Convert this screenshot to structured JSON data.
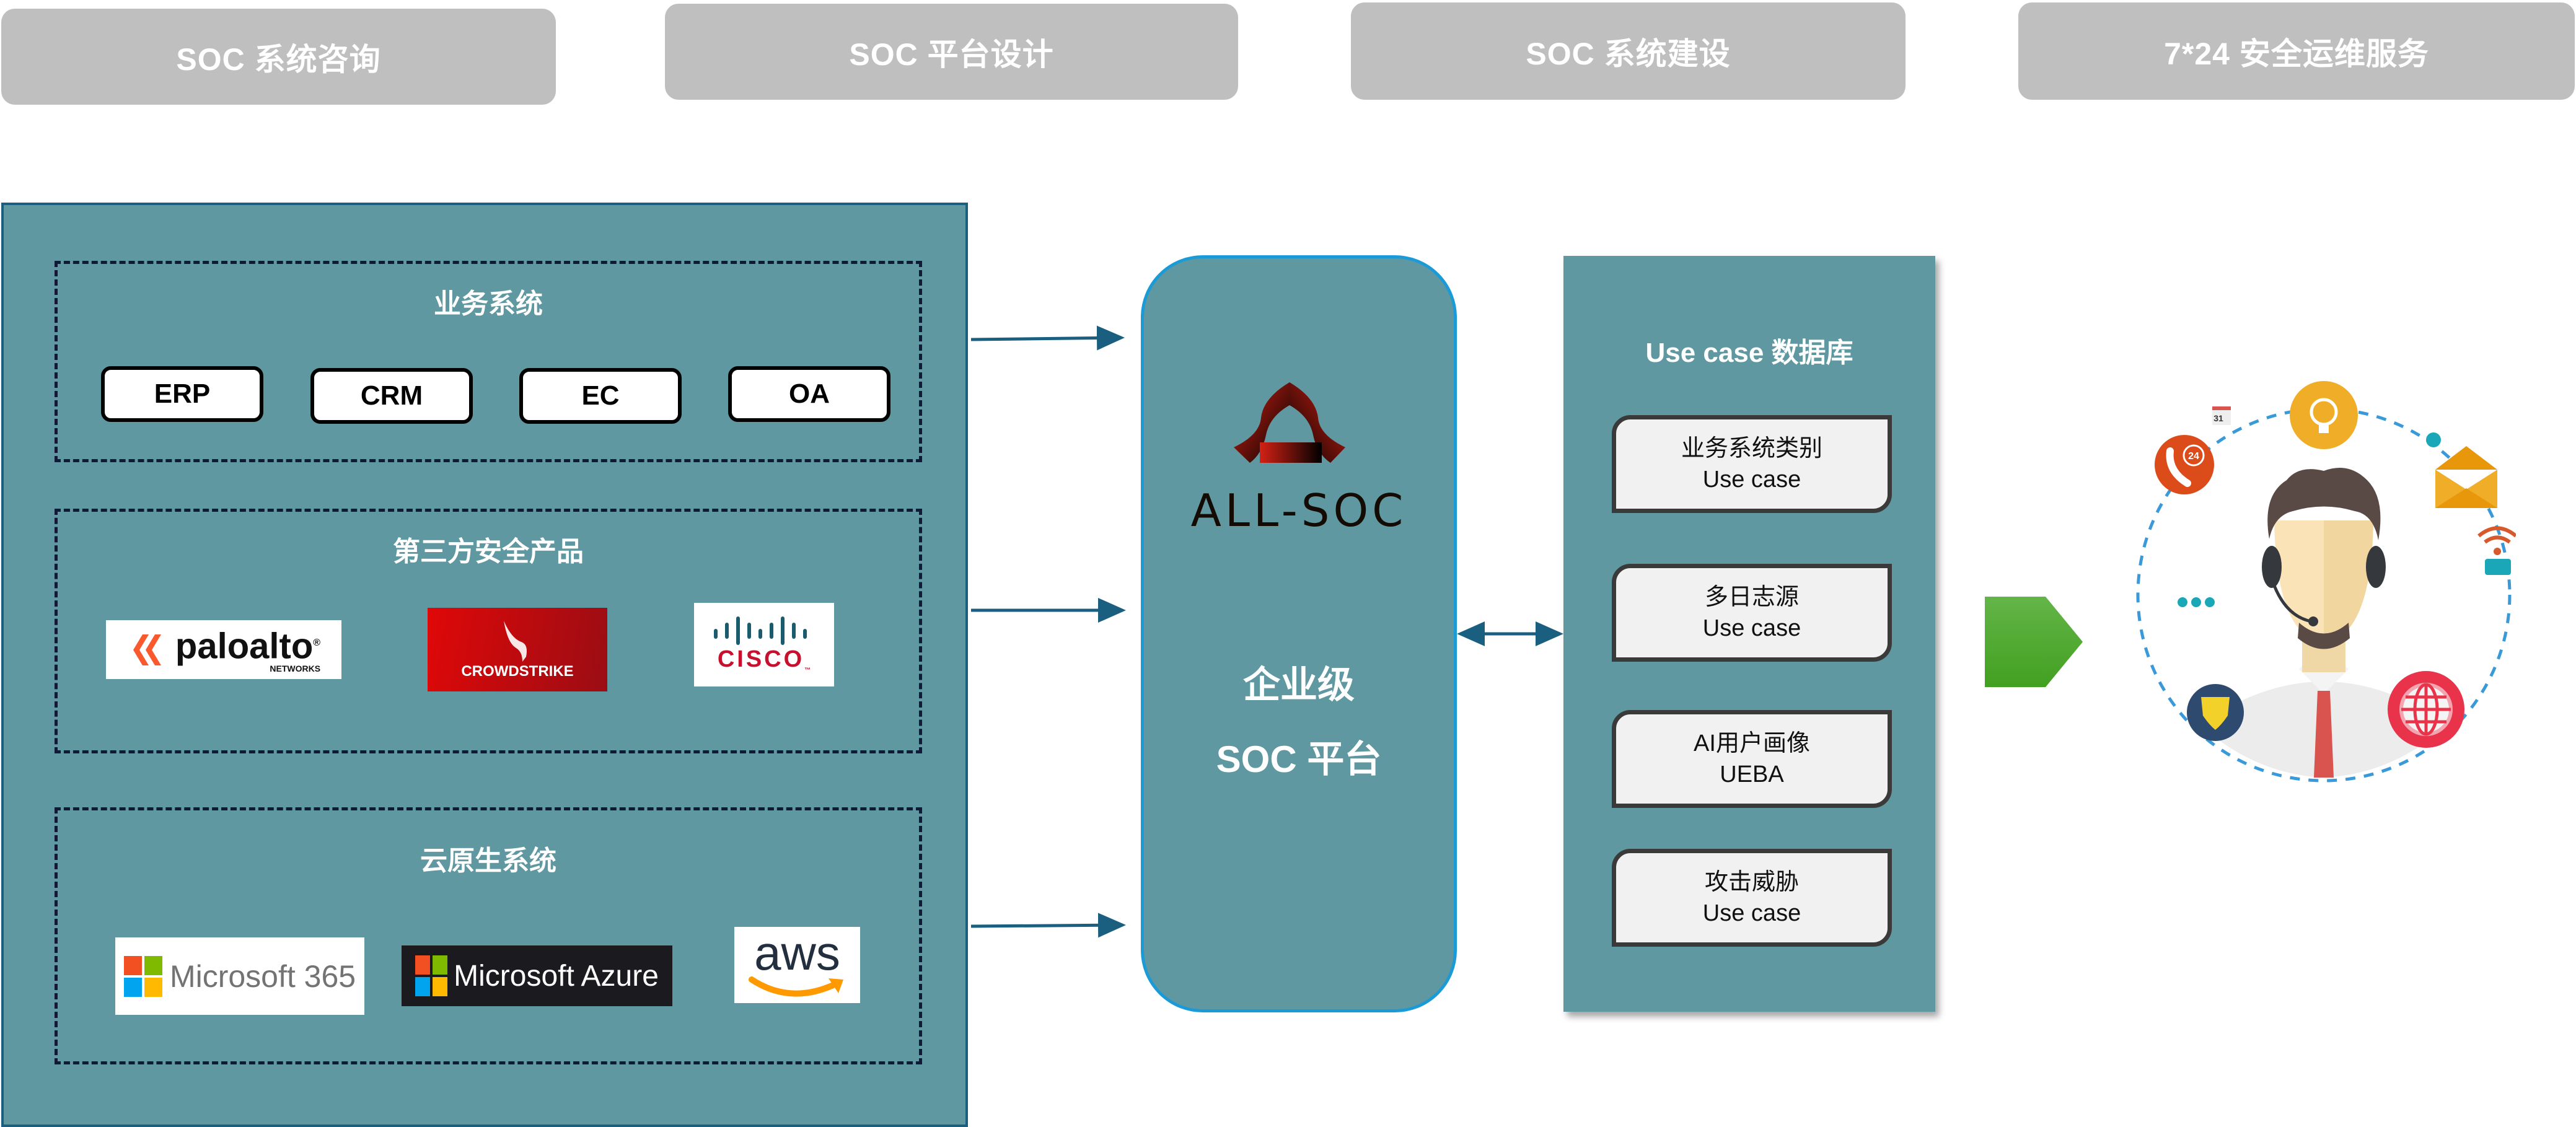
{
  "phases": [
    {
      "label": "SOC 系统咨询"
    },
    {
      "label": "SOC 平台设计"
    },
    {
      "label": "SOC 系统建设"
    },
    {
      "label": "7*24 安全运维服务"
    }
  ],
  "sources": {
    "business": {
      "title": "业务系统",
      "items": [
        "ERP",
        "CRM",
        "EC",
        "OA"
      ]
    },
    "third_party": {
      "title": "第三方安全产品",
      "logos": [
        {
          "name": "paloalto",
          "sub": "NETWORKS",
          "mark": "®"
        },
        {
          "name": "CROWDSTRIKE"
        },
        {
          "name": "CISCO",
          "mark": "™"
        }
      ]
    },
    "cloud": {
      "title": "云原生系统",
      "logos": [
        {
          "name": "Microsoft 365"
        },
        {
          "name": "Microsoft Azure"
        },
        {
          "name": "aws"
        }
      ]
    }
  },
  "platform": {
    "logo_text": "ALL-SOC",
    "line1": "企业级",
    "line2": "SOC 平台"
  },
  "usecase_db": {
    "title": "Use case 数据库",
    "cards": [
      {
        "line1": "业务系统类别",
        "line2": "Use case"
      },
      {
        "line1": "多日志源",
        "line2": "Use case"
      },
      {
        "line1": "AI用户画像",
        "line2": "UEBA"
      },
      {
        "line1": "攻击威胁",
        "line2": "Use case"
      }
    ]
  },
  "service": {
    "calendar_day": "31",
    "hotline_hours": "24"
  },
  "colors": {
    "panel": "#5f98a0",
    "panel_border": "#1a5f80",
    "arrow": "#1a5f80",
    "platform_border": "#1a9bd7",
    "phase_bg": "#bfbfbf",
    "next_arrow": "#4aa62a"
  }
}
